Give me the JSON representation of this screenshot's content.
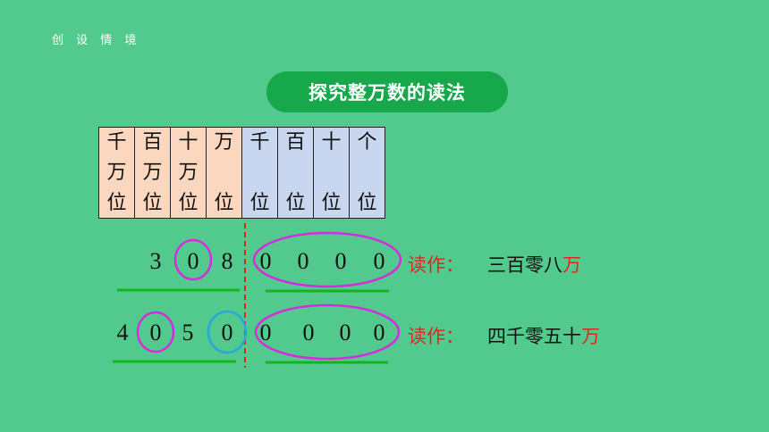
{
  "section_label": "创 设 情 境",
  "title": "探究整万数的读法",
  "table": {
    "columns": [
      {
        "lines": [
          "千",
          "万",
          "位"
        ],
        "color": "#fbd7bf"
      },
      {
        "lines": [
          "百",
          "万",
          "位"
        ],
        "color": "#fbd7bf"
      },
      {
        "lines": [
          "十",
          "万",
          "位"
        ],
        "color": "#fbd7bf"
      },
      {
        "lines": [
          "万",
          "",
          "位"
        ],
        "color": "#fbd7bf"
      },
      {
        "lines": [
          "千",
          "",
          "位"
        ],
        "color": "#c8d6ef"
      },
      {
        "lines": [
          "百",
          "",
          "位"
        ],
        "color": "#c8d6ef"
      },
      {
        "lines": [
          "十",
          "",
          "位"
        ],
        "color": "#c8d6ef"
      },
      {
        "lines": [
          "个",
          "",
          "位"
        ],
        "color": "#c8d6ef"
      }
    ]
  },
  "rows": [
    {
      "digits": [
        "3",
        "0",
        "8",
        "0",
        "0",
        "0",
        "0"
      ],
      "read_label": "读作：",
      "reading_main": "三百零八",
      "reading_unit": "万"
    },
    {
      "digits": [
        "4",
        "0",
        "5",
        "0",
        "0",
        "0",
        "0",
        "0"
      ],
      "read_label": "读作：",
      "reading_main": "四千零五十",
      "reading_unit": "万"
    }
  ],
  "colors": {
    "background": "#52c98d",
    "title_pill": "#16a84a",
    "circle_magenta": "#d62be0",
    "circle_blue": "#2aa7d9",
    "underline_green": "#14b41e",
    "divider_red": "#e0271f",
    "reading_red": "#e0271f"
  }
}
